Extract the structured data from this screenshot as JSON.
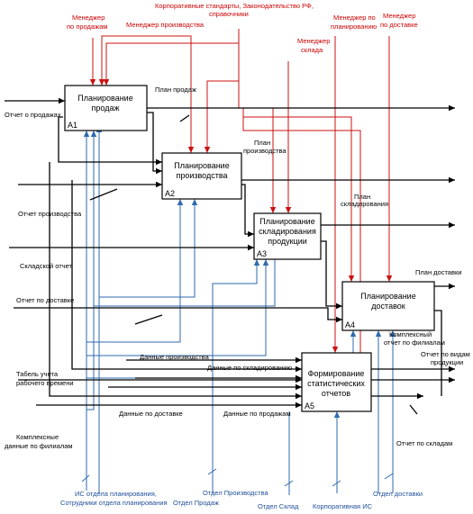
{
  "colors": {
    "control": "#cc0000",
    "mechanism": "#1f4f9a",
    "flow": "#000000"
  },
  "blocks": [
    {
      "id": "A1",
      "title": [
        "Планирование",
        "продаж"
      ]
    },
    {
      "id": "A2",
      "title": [
        "Планирование",
        "производства"
      ]
    },
    {
      "id": "A3",
      "title": [
        "Планирование",
        "складирования",
        "продукции"
      ]
    },
    {
      "id": "A4",
      "title": [
        "Планирование",
        "доставок"
      ]
    },
    {
      "id": "A5",
      "title": [
        "Формирование",
        "статистических",
        "отчетов"
      ]
    }
  ],
  "controls": {
    "sales_manager": [
      "Менеджер",
      "по продажам"
    ],
    "production_manager": "Менеджер производства",
    "standards": [
      "Корпоративные стандарты, Законодательство РФ,",
      "справочники"
    ],
    "warehouse_manager": [
      "Менеджер",
      "склада"
    ],
    "planning_manager": [
      "Менеджер по",
      "планированию"
    ],
    "delivery_manager": [
      "Менеджер",
      "по доставке"
    ]
  },
  "inputs": {
    "sales_report": "Отчет о продажах",
    "production_report": "Отчет производства",
    "warehouse_report": "Складской отчет",
    "delivery_report": "Отчет по доставке",
    "timesheet": [
      "Табель учета",
      "рабочего времени"
    ],
    "complex_branch_data": [
      "Комплексные",
      "данные по филиалам"
    ]
  },
  "outputs": {
    "sales_plan": "План продаж",
    "production_plan": [
      "План",
      "производства"
    ],
    "warehouse_plan": [
      "План",
      "складирования"
    ],
    "delivery_plan": "План доставки",
    "complex_branch_report": [
      "Комплексный",
      "отчет по филиалам"
    ],
    "product_type_report": [
      "Отчет по видам",
      "продукции"
    ],
    "warehouse_out_report": "Отчет по складам"
  },
  "internal": {
    "production_data": "Данные производства",
    "warehouse_data": "Данные по складированию",
    "delivery_data": "Данные по доставке",
    "sales_data": "Данные по продажам"
  },
  "mechanisms": {
    "planning_dept": [
      "ИС отдела планирования,",
      "Сотрудники отдела планирования"
    ],
    "sales_dept": "Отдел Продаж",
    "production_dept": "Отдел Производства",
    "warehouse_dept": "Отдел Склад",
    "corporate_is": "Корпоративная ИС",
    "delivery_dept": "Отдел доставки"
  }
}
